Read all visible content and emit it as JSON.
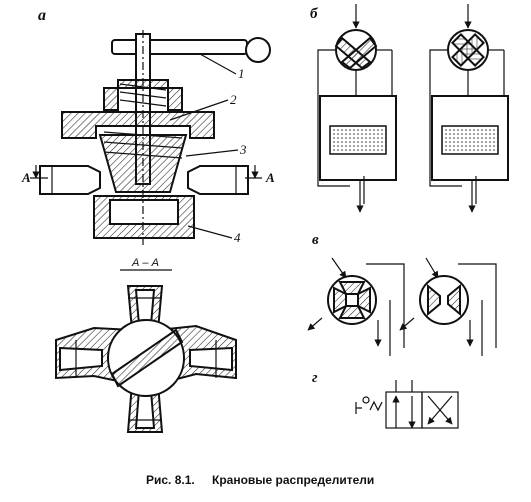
{
  "labels": {
    "panel_a": "а",
    "panel_b": "б",
    "panel_v": "в",
    "panel_g": "г",
    "section_left": "A",
    "section_right": "A",
    "section_title": "А – А",
    "part_1": "1",
    "part_2": "2",
    "part_3": "3",
    "part_4": "4"
  },
  "caption": {
    "number": "Рис. 8.1.",
    "text": "Крановые распределители"
  }
}
